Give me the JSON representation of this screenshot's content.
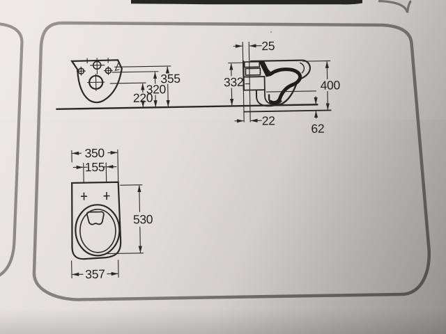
{
  "scene": {
    "description": "Photograph of a printed installation drawing of a wall-hung WC with three dimensioned views",
    "colors": {
      "paper_light": "#ece9e4",
      "paper_shadow": "#8a8885",
      "frame_border": "#7b7975",
      "ink": "#2b2927",
      "dark_strip": "#262624"
    }
  },
  "diagram": {
    "rear_view": {
      "dim_height_total": "355",
      "dim_height_holes": "320",
      "dim_height_outlet": "220"
    },
    "side_view": {
      "dim_offset_top": "25",
      "dim_height_back": "332",
      "dim_height_front": "400",
      "dim_offset_bottom": "22",
      "dim_outlet_drop": "62"
    },
    "plan_view": {
      "dim_width_back": "350",
      "dim_hole_spacing": "155",
      "dim_depth": "530",
      "dim_width_overall": "357"
    }
  }
}
